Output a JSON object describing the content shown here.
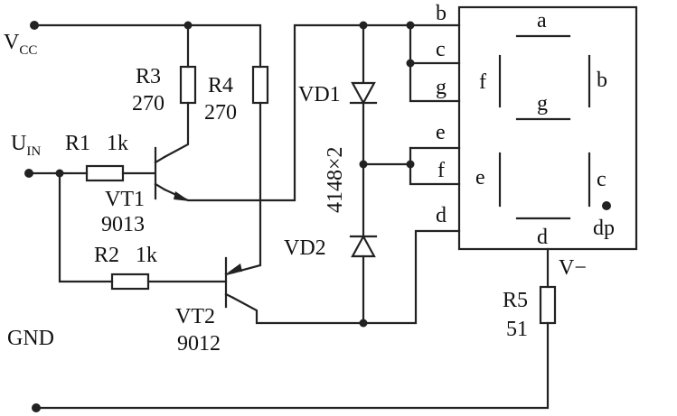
{
  "labels": {
    "vcc_main": "V",
    "vcc_sub": "CC",
    "uin_main": "U",
    "uin_sub": "IN",
    "gnd": "GND",
    "vminus": "V−",
    "r1_name": "R1",
    "r1_value": "1k",
    "r2_name": "R2",
    "r2_value": "1k",
    "r3_name": "R3",
    "r3_value": "270",
    "r4_name": "R4",
    "r4_value": "270",
    "r5_name": "R5",
    "r5_value": "51",
    "vt1_name": "VT1",
    "vt1_part": "9013",
    "vt2_name": "VT2",
    "vt2_part": "9012",
    "vd1_name": "VD1",
    "vd2_name": "VD2",
    "diode_part": "4148×2",
    "pin_b": "b",
    "pin_c": "c",
    "pin_g": "g",
    "pin_e": "e",
    "pin_f": "f",
    "pin_d": "d"
  },
  "display_segments": {
    "a": "a",
    "b": "b",
    "c": "c",
    "d": "d",
    "e": "e",
    "f": "f",
    "g": "g",
    "dp": "dp"
  }
}
